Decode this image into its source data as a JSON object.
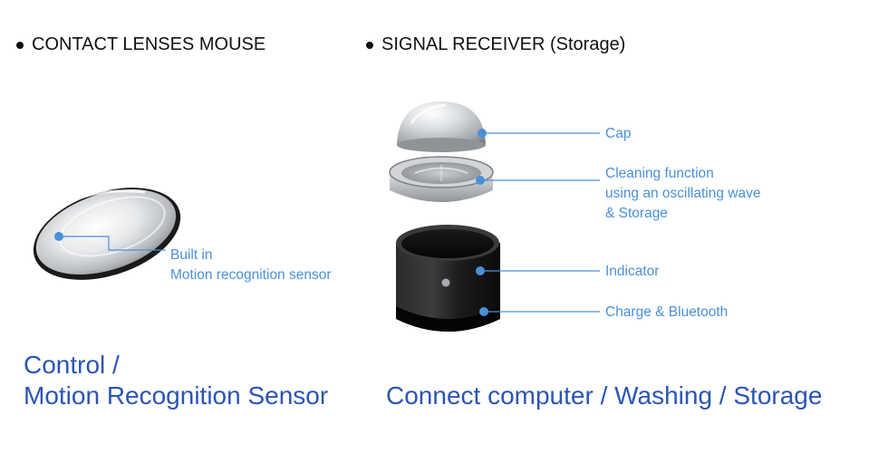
{
  "headings": {
    "left": "CONTACT LENSES MOUSE",
    "right": "SIGNAL RECEIVER (Storage)"
  },
  "callouts": {
    "lens_sensor": [
      "Built in",
      "Motion recognition sensor"
    ],
    "cap": [
      "Cap"
    ],
    "cleaning": [
      "Cleaning function",
      "using an oscillating wave",
      "& Storage"
    ],
    "indicator": [
      "Indicator"
    ],
    "charge": [
      "Charge & Bluetooth"
    ]
  },
  "captions": {
    "left": [
      "Control /",
      "Motion Recognition Sensor"
    ],
    "right": "Connect computer / Washing / Storage"
  },
  "colors": {
    "callout_text": "#4a90d9",
    "caption_text": "#2b55b5",
    "heading_text": "#111111"
  }
}
